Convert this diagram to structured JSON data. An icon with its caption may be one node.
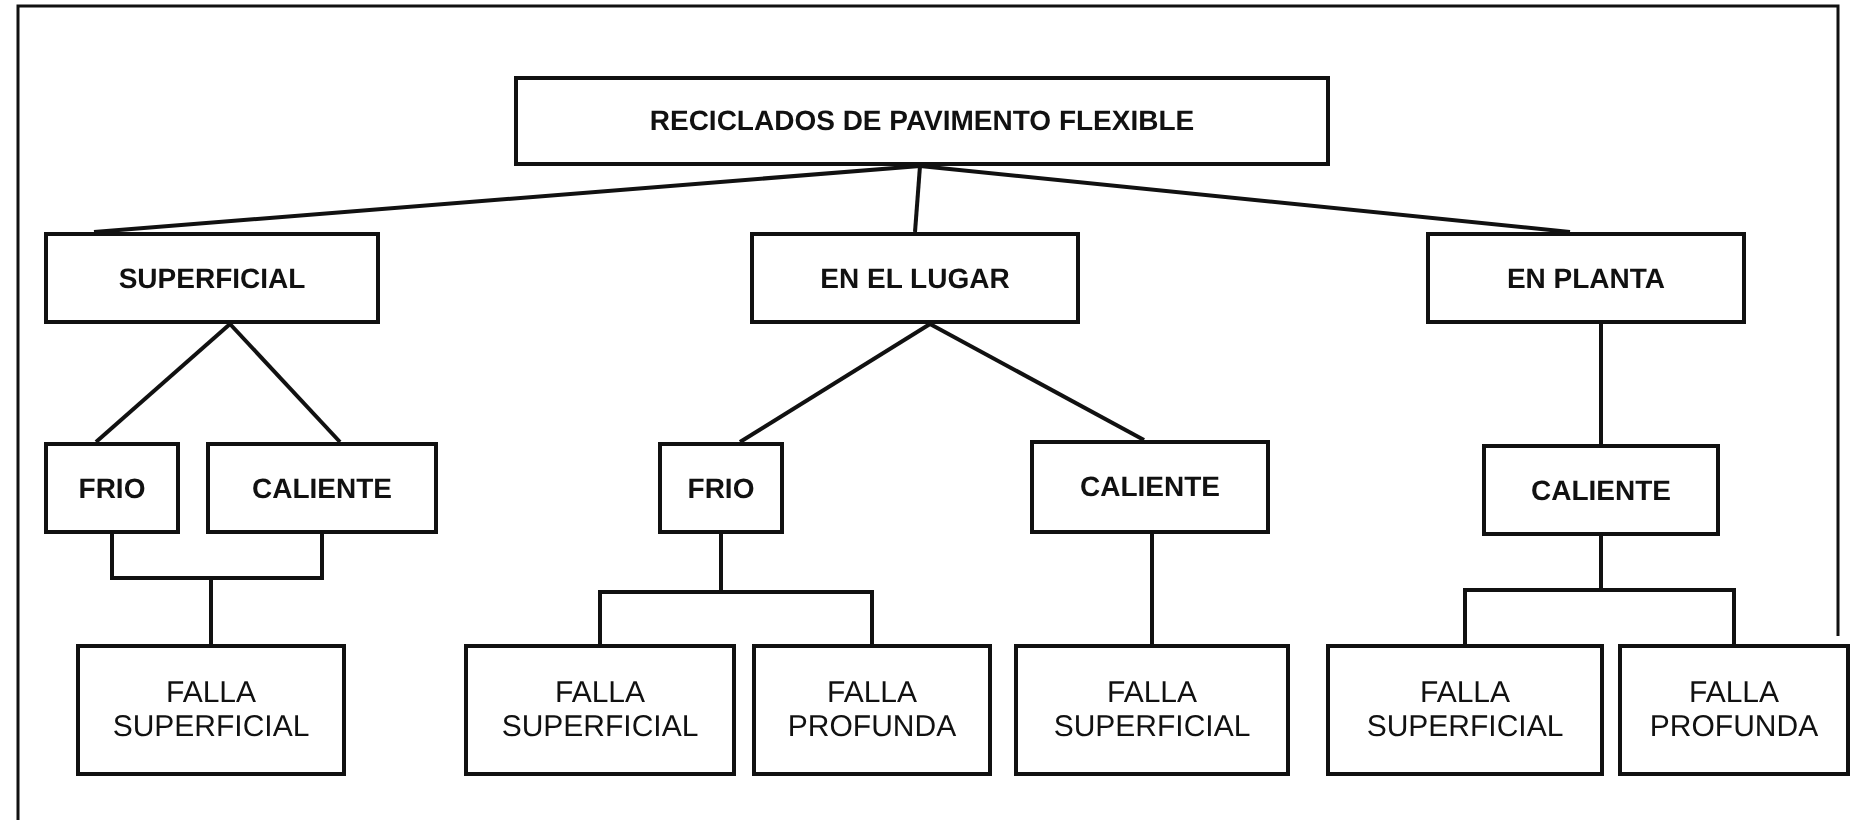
{
  "diagram": {
    "nodes": [
      {
        "text": [
          "RECICLADOS DE PAVIMENTO FLEXIBLE"
        ]
      },
      {
        "text": [
          "SUPERFICIAL"
        ]
      },
      {
        "text": [
          "EN EL LUGAR"
        ]
      },
      {
        "text": [
          "EN PLANTA"
        ]
      },
      {
        "text": [
          "FRIO"
        ]
      },
      {
        "text": [
          "CALIENTE"
        ]
      },
      {
        "text": [
          "FALLA SUPERFICIAL"
        ]
      },
      {
        "text": [
          "FRIO"
        ]
      },
      {
        "text": [
          "CALIENTE"
        ]
      },
      {
        "text": [
          "FALLA SUPERFICIAL"
        ]
      },
      {
        "text": [
          "FALLA PROFUNDA"
        ]
      },
      {
        "text": [
          "FALLA SUPERFICIAL"
        ]
      },
      {
        "text": [
          "CALIENTE"
        ]
      },
      {
        "text": [
          "FALLA SUPERFICIAL"
        ]
      },
      {
        "text": [
          "FALLA PROFUNDA"
        ]
      }
    ],
    "edges": [
      {
        "from": 0,
        "to": 1,
        "arrow": "none"
      },
      {
        "from": 0,
        "to": 2,
        "arrow": "none"
      },
      {
        "from": 0,
        "to": 3,
        "arrow": "none"
      },
      {
        "from": 1,
        "to": 4,
        "arrow": "none"
      },
      {
        "from": 1,
        "to": 5,
        "arrow": "none"
      },
      {
        "from": 4,
        "to": 6,
        "arrow": "none"
      },
      {
        "from": 5,
        "to": 6,
        "arrow": "none"
      },
      {
        "from": 2,
        "to": 7,
        "arrow": "none"
      },
      {
        "from": 2,
        "to": 8,
        "arrow": "none"
      },
      {
        "from": 7,
        "to": 9,
        "arrow": "none"
      },
      {
        "from": 7,
        "to": 10,
        "arrow": "none"
      },
      {
        "from": 8,
        "to": 11,
        "arrow": "none"
      },
      {
        "from": 3,
        "to": 12,
        "arrow": "none"
      },
      {
        "from": 12,
        "to": 13,
        "arrow": "none"
      },
      {
        "from": 12,
        "to": 14,
        "arrow": "none"
      }
    ]
  }
}
